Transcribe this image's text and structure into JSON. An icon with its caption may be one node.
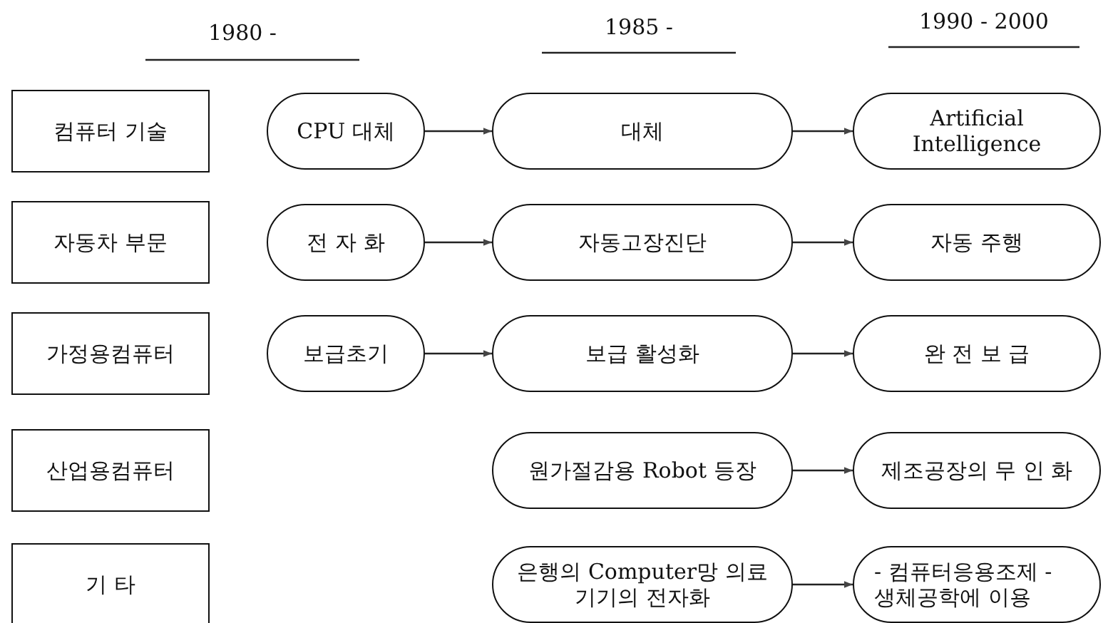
{
  "diagram": {
    "nodes": [
      {
        "text": [
          "컴퓨터 기술"
        ]
      },
      {
        "text": [
          "CPU 대체"
        ]
      },
      {
        "text": [
          "대체"
        ]
      },
      {
        "text": [
          "Artificial Intelligence"
        ]
      },
      {
        "text": [
          "자동차 부문"
        ]
      },
      {
        "text": [
          "전 자 화"
        ]
      },
      {
        "text": [
          "자동고장진단"
        ]
      },
      {
        "text": [
          "자동 주행"
        ]
      },
      {
        "text": [
          "가정용컴퓨터"
        ]
      },
      {
        "text": [
          "보급초기"
        ]
      },
      {
        "text": [
          "보급 활성화"
        ]
      },
      {
        "text": [
          "완 전 보 급"
        ]
      },
      {
        "text": [
          "산업용컴퓨터"
        ]
      },
      {
        "text": [
          "원가절감용 Robot 등장"
        ]
      },
      {
        "text": [
          "제조공장의 무 인 화"
        ]
      },
      {
        "text": [
          "기 타"
        ]
      },
      {
        "text": [
          "은행의 Computer망 의료기기의 전자화"
        ]
      },
      {
        "text": [
          "- 컴퓨터응용조제 - 생체공학에 이용"
        ]
      }
    ],
    "edges": [
      {
        "from": 1,
        "to": 2,
        "arrow": "to"
      },
      {
        "from": 2,
        "to": 3,
        "arrow": "to"
      },
      {
        "from": 5,
        "to": 6,
        "arrow": "to"
      },
      {
        "from": 6,
        "to": 7,
        "arrow": "to"
      },
      {
        "from": 9,
        "to": 10,
        "arrow": "to"
      },
      {
        "from": 10,
        "to": 11,
        "arrow": "to"
      },
      {
        "from": 13,
        "to": 14,
        "arrow": "to"
      },
      {
        "from": 16,
        "to": 17,
        "arrow": "to"
      }
    ],
    "labels": [
      "1980 -",
      "1985 -",
      "1990 - 2000"
    ]
  }
}
